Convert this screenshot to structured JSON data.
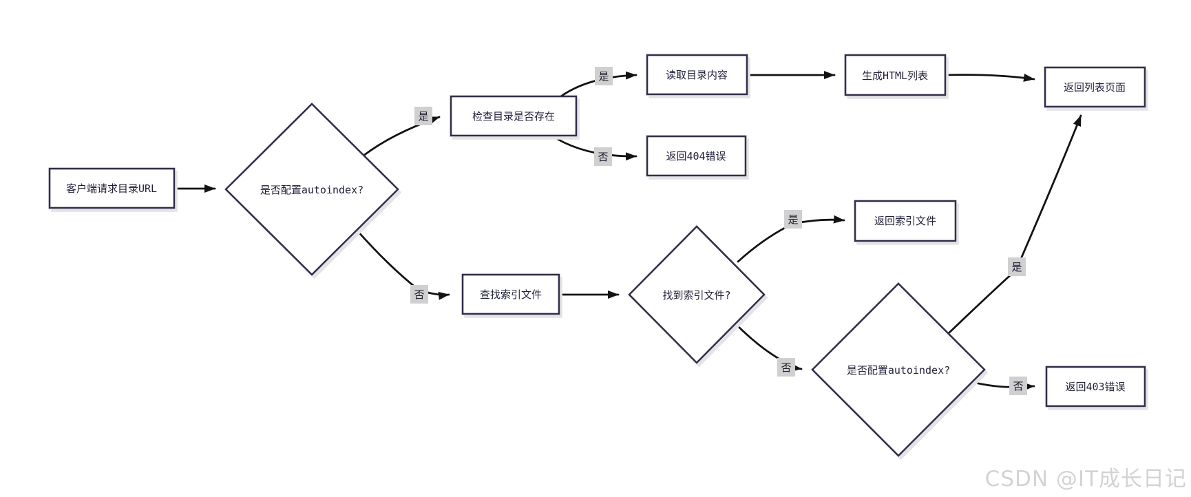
{
  "diagram": {
    "title": "nginx autoindex directory request flowchart",
    "nodes": {
      "start": {
        "label": "客户端请求目录URL",
        "type": "rect"
      },
      "autoindex1": {
        "label": "是否配置autoindex?",
        "type": "diamond"
      },
      "check_dir": {
        "label": "检查目录是否存在",
        "type": "rect"
      },
      "read_dir": {
        "label": "读取目录内容",
        "type": "rect"
      },
      "gen_html": {
        "label": "生成HTML列表",
        "type": "rect"
      },
      "return_list": {
        "label": "返回列表页面",
        "type": "rect"
      },
      "return_404": {
        "label": "返回404错误",
        "type": "rect"
      },
      "find_index": {
        "label": "查找索引文件",
        "type": "rect"
      },
      "found_index": {
        "label": "找到索引文件?",
        "type": "diamond"
      },
      "return_index": {
        "label": "返回索引文件",
        "type": "rect"
      },
      "autoindex2": {
        "label": "是否配置autoindex?",
        "type": "diamond"
      },
      "return_403": {
        "label": "返回403错误",
        "type": "rect"
      }
    },
    "labels": {
      "yes": "是",
      "no": "否"
    },
    "colors": {
      "background": "#ffffff",
      "node_fill": "#ffffff",
      "node_border": "#302f49",
      "node_text": "#22223a",
      "edge": "#131313",
      "edge_label_bg": "#d0d0d0",
      "shadow": "#e4e4e8",
      "watermark": "#d3d3d3"
    }
  },
  "watermark": {
    "text": "CSDN @IT成长日记"
  }
}
